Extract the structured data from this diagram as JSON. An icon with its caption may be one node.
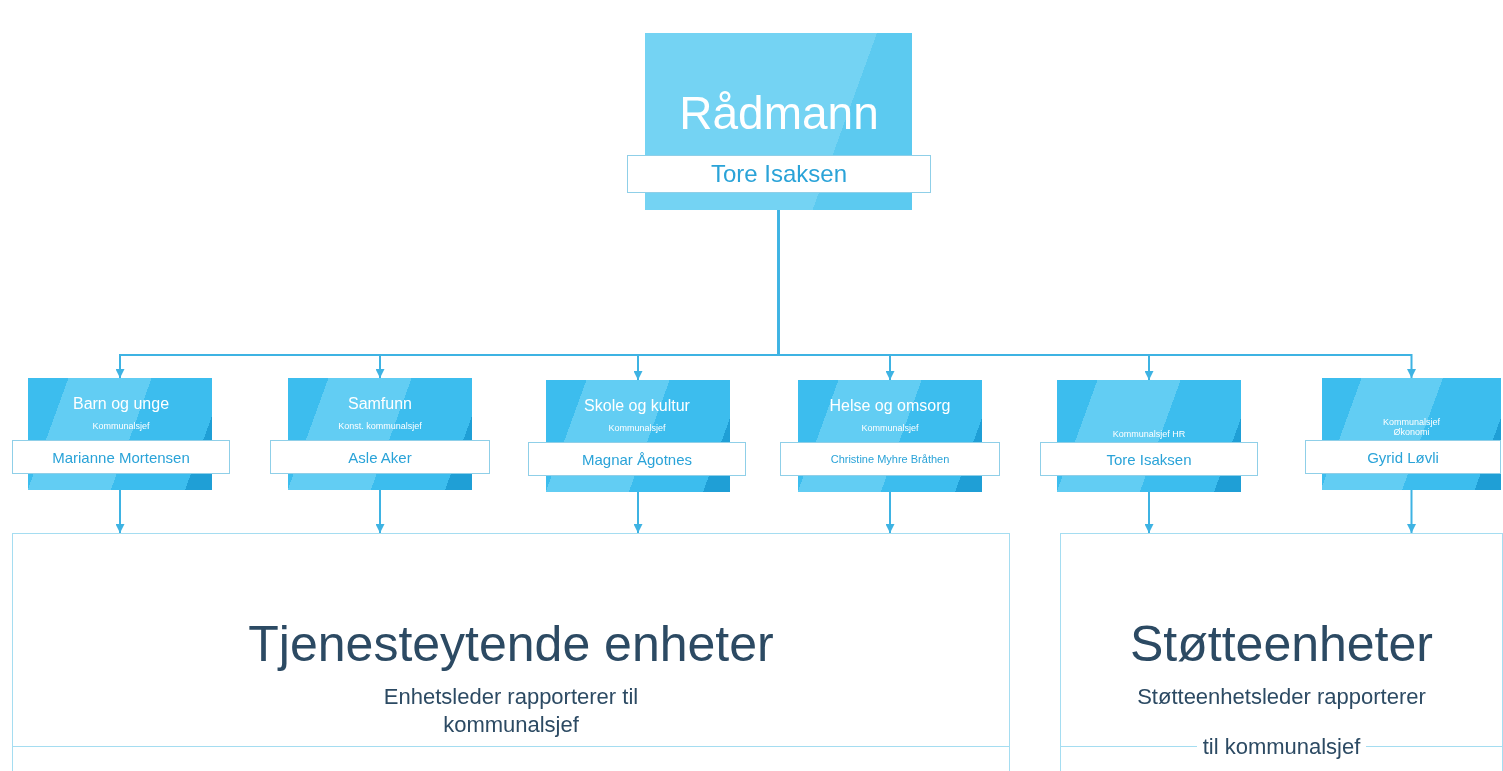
{
  "diagram": {
    "nodes": [
      {
        "text": [
          "Rådmann",
          "Tore Isaksen"
        ]
      },
      {
        "text": [
          "Barn og unge",
          "Kommunalsjef",
          "Marianne Mortensen"
        ]
      },
      {
        "text": [
          "Samfunn",
          "Konst. kommunalsjef",
          "Asle Aker"
        ]
      },
      {
        "text": [
          "Skole og kultur",
          "Kommunalsjef",
          "Magnar Ågotnes"
        ]
      },
      {
        "text": [
          "Helse og omsorg",
          "Kommunalsjef",
          "Christine Myhre Bråthen"
        ]
      },
      {
        "text": [
          "Kommunalsjef HR",
          "Tore Isaksen"
        ]
      },
      {
        "text": [
          "Kommunalsjef Økonomi",
          "Gyrid Løvli"
        ]
      },
      {
        "text": [
          "Tjenesteytende enheter",
          "Enhetsleder rapporterer til kommunalsjef"
        ]
      },
      {
        "text": [
          "Støtteenheter",
          "Støtteenhetsleder rapporterer",
          "til kommunalsjef"
        ]
      }
    ],
    "edges": [
      {
        "from": 0,
        "to": 1,
        "arrow": "to"
      },
      {
        "from": 0,
        "to": 2,
        "arrow": "to"
      },
      {
        "from": 0,
        "to": 3,
        "arrow": "to"
      },
      {
        "from": 0,
        "to": 4,
        "arrow": "to"
      },
      {
        "from": 0,
        "to": 5,
        "arrow": "to"
      },
      {
        "from": 0,
        "to": 6,
        "arrow": "to"
      },
      {
        "from": 1,
        "to": 7,
        "arrow": "to"
      },
      {
        "from": 2,
        "to": 7,
        "arrow": "to"
      },
      {
        "from": 3,
        "to": 7,
        "arrow": "to"
      },
      {
        "from": 4,
        "to": 7,
        "arrow": "to"
      },
      {
        "from": 5,
        "to": 8,
        "arrow": "to"
      },
      {
        "from": 6,
        "to": 8,
        "arrow": "to"
      }
    ]
  }
}
